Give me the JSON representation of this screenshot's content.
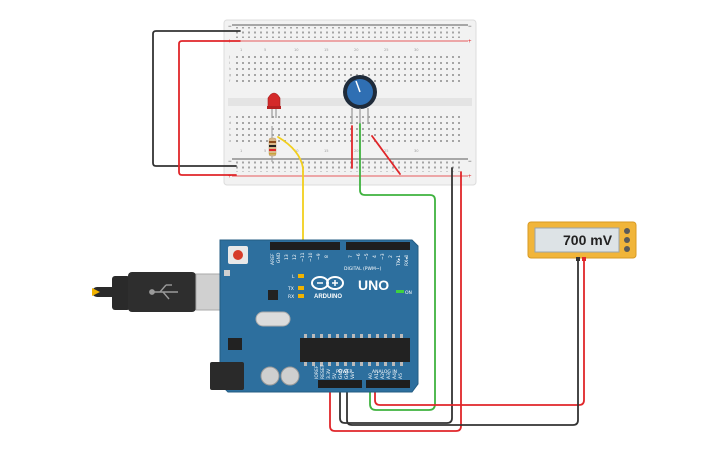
{
  "multimeter": {
    "reading": "700 mV"
  },
  "arduino": {
    "brand": "ARDUINO",
    "model": "UNO",
    "on_label": "ON",
    "digital_label": "DIGITAL (PWM~)",
    "power_label": "POWER",
    "analog_label": "ANALOG IN",
    "led_l": "L",
    "led_tx": "TX",
    "led_rx": "RX",
    "pin_aref": "AREF",
    "pin_gnd": "GND",
    "digital_pins": [
      "13",
      "12",
      "~11",
      "~10",
      "~9",
      "8",
      "7",
      "~6",
      "~5",
      "4",
      "~3",
      "2",
      "TX▸1",
      "RX◂0"
    ],
    "power_pins": [
      "IOREF",
      "RESET",
      "3.3V",
      "5V",
      "GND",
      "GND",
      "Vin"
    ],
    "analog_pins": [
      "A0",
      "A1",
      "A2",
      "A3",
      "A4",
      "A5"
    ]
  },
  "breadboard": {
    "row_letters_top": [
      "j",
      "i",
      "h",
      "g",
      "f"
    ],
    "row_letters_bottom": [
      "e",
      "d",
      "c",
      "b",
      "a"
    ],
    "column_numbers": [
      "1",
      "5",
      "10",
      "15",
      "20",
      "25",
      "30"
    ],
    "rail_plus": "+",
    "rail_minus": "−"
  },
  "colors": {
    "wire_red": "#e0262a",
    "wire_black": "#333333",
    "wire_green": "#3fb23f",
    "wire_yellow": "#f2cf1d",
    "board_blue": "#2d6f9e",
    "meter_body": "#f1b53a",
    "pot_knob": "#2f6fb3",
    "led_red": "#d42a2a"
  }
}
